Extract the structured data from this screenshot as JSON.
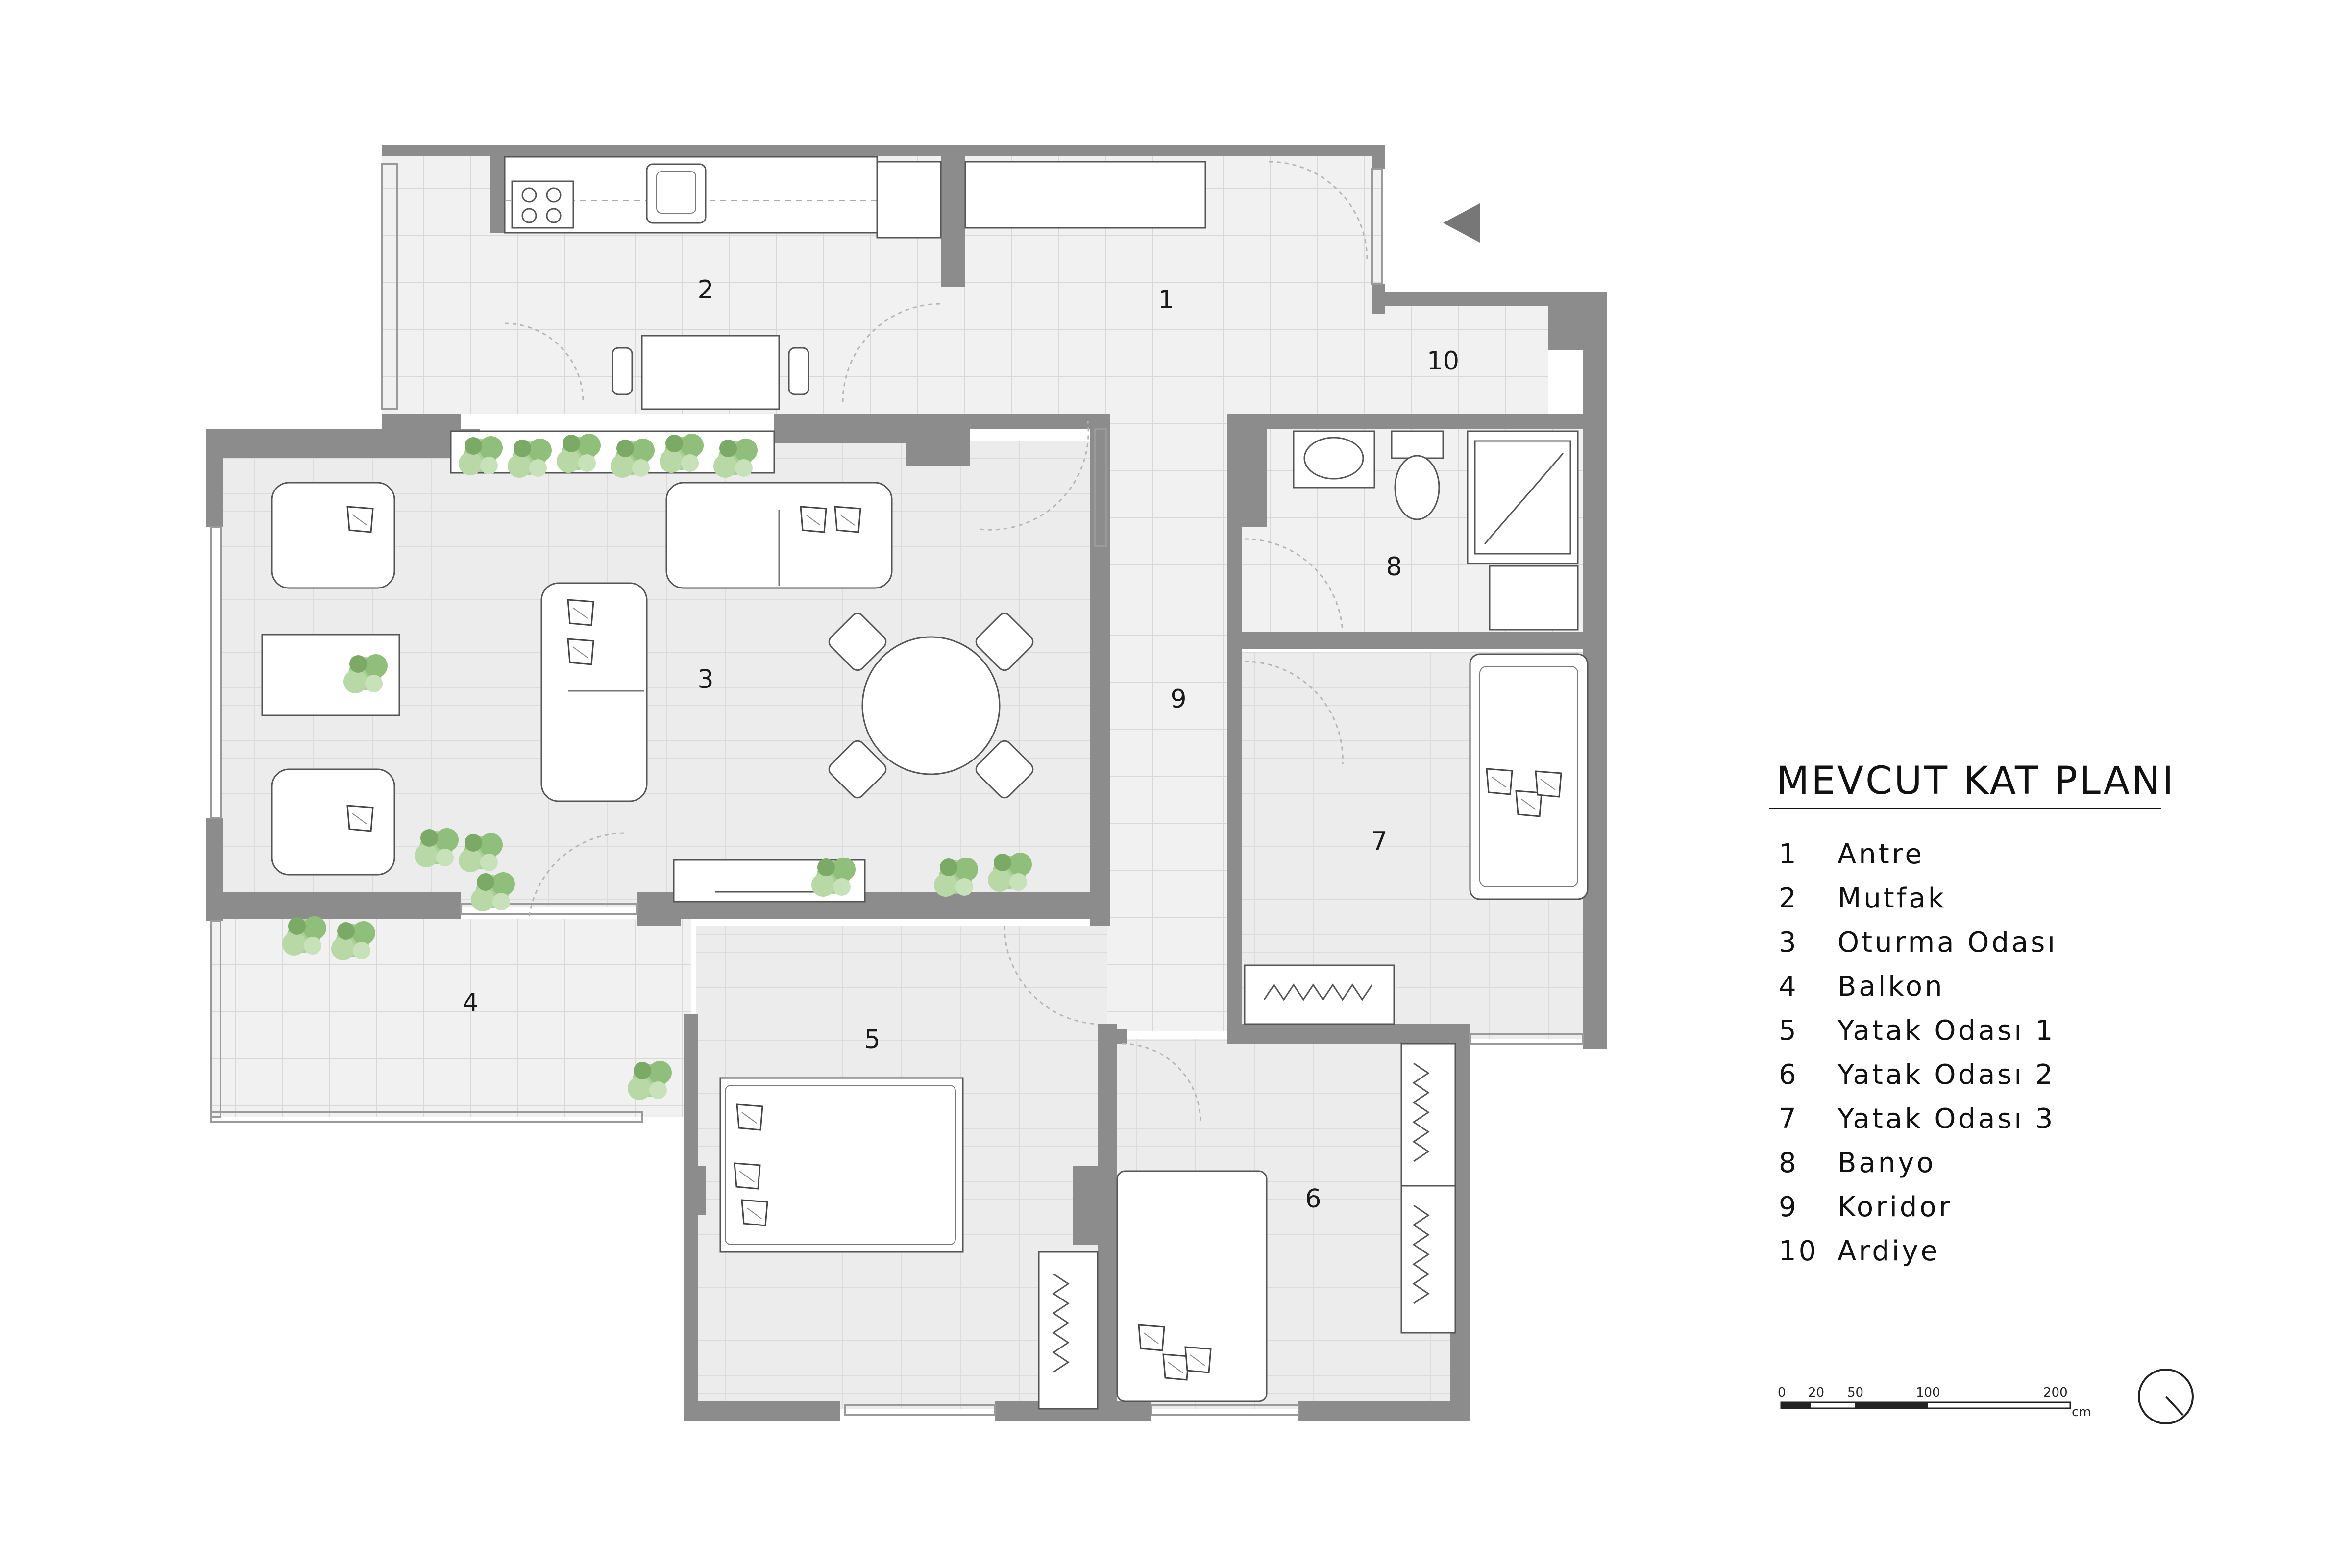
{
  "plan": {
    "title": "MEVCUT KAT PLANI",
    "room_numbers": [
      "1",
      "2",
      "3",
      "4",
      "5",
      "6",
      "7",
      "8",
      "9",
      "10"
    ],
    "legend": [
      {
        "num": "1",
        "name": "Antre"
      },
      {
        "num": "2",
        "name": "Mutfak"
      },
      {
        "num": "3",
        "name": "Oturma Odası"
      },
      {
        "num": "4",
        "name": "Balkon"
      },
      {
        "num": "5",
        "name": "Yatak Odası 1"
      },
      {
        "num": "6",
        "name": "Yatak Odası 2"
      },
      {
        "num": "7",
        "name": "Yatak Odası 3"
      },
      {
        "num": "8",
        "name": "Banyo"
      },
      {
        "num": "9",
        "name": "Koridor"
      },
      {
        "num": "10",
        "name": "Ardiye"
      }
    ],
    "scale": {
      "ticks": [
        "0",
        "20",
        "50",
        "100",
        "200"
      ],
      "unit": "cm"
    },
    "icons": [
      "entrance-arrow-icon",
      "north-arrow-icon"
    ],
    "colors": {
      "wall": "#8c8c8c",
      "floor": "#ececec",
      "grid": "#d6d6d6",
      "plant": "#9bc48a",
      "line": "#555555"
    }
  }
}
